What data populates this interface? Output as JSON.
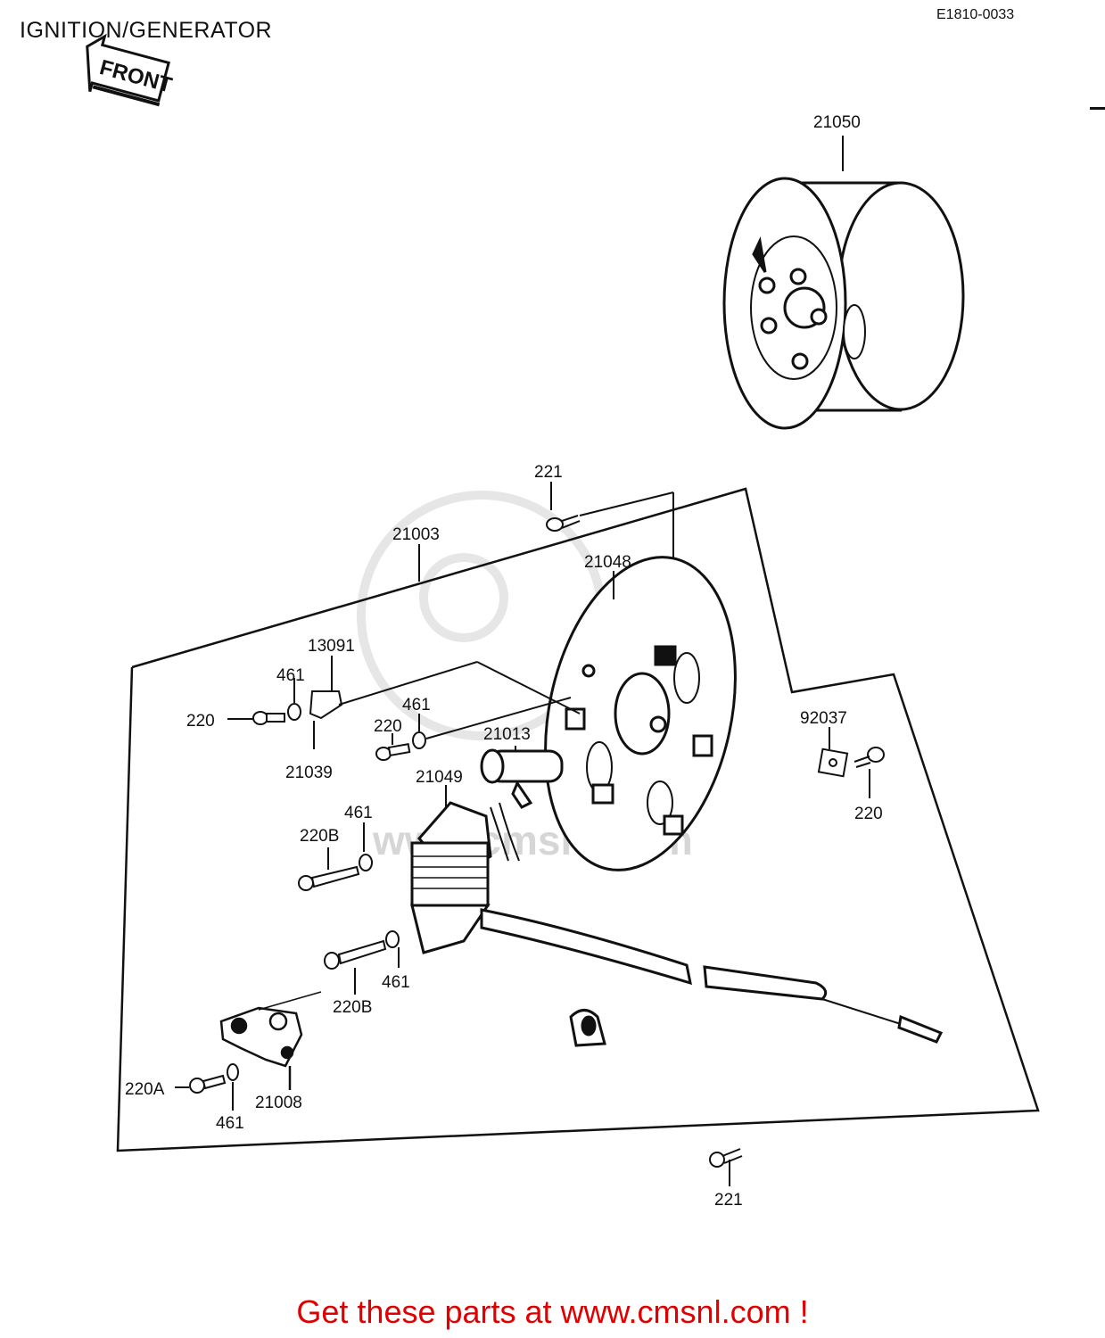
{
  "page": {
    "title": "IGNITION/GENERATOR",
    "ref_code": "E1810-0033",
    "front_arrow": "FRONT",
    "watermark": "www.cmsnl.com",
    "footer": "Get these parts at www.cmsnl.com !"
  },
  "parts": {
    "p21050": "21050",
    "p221_top": "221",
    "p21003": "21003",
    "p21048": "21048",
    "p13091": "13091",
    "p461_a": "461",
    "p220_a": "220",
    "p21039": "21039",
    "p461_b": "461",
    "p220_b": "220",
    "p21013": "21013",
    "p21049": "21049",
    "p92037": "92037",
    "p220_c": "220",
    "p461_c": "461",
    "p220B_a": "220B",
    "p461_d": "461",
    "p220B_b": "220B",
    "p220A": "220A",
    "p21008": "21008",
    "p461_e": "461",
    "p221_bottom": "221"
  }
}
